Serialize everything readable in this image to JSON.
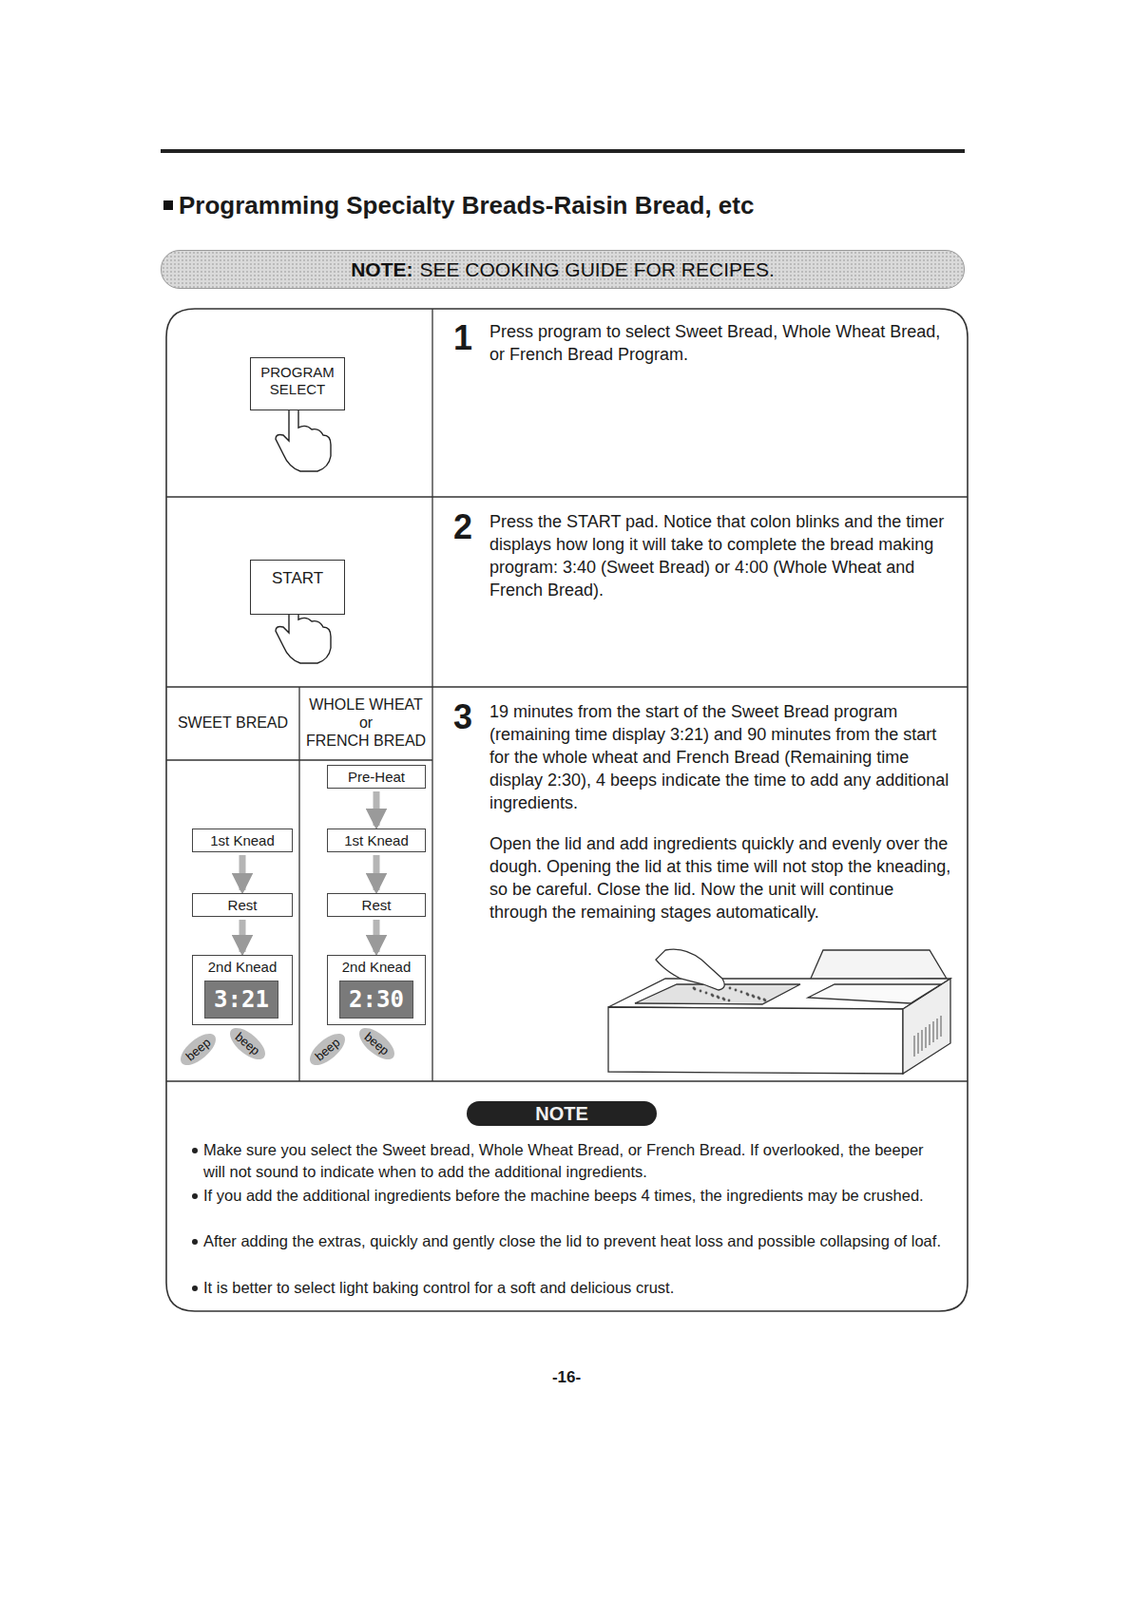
{
  "diagram": {
    "title": "Programming Specialty Breads-Raisin Bread, etc",
    "nodes": [
      {
        "text": [
          "NOTE:",
          "SEE COOKING GUIDE FOR RECIPES."
        ]
      },
      {
        "text": [
          "PROGRAM SELECT"
        ]
      },
      {
        "text": [
          "START"
        ]
      },
      {
        "text": [
          "1st Knead"
        ]
      },
      {
        "text": [
          "Rest"
        ]
      },
      {
        "text": [
          "2nd Knead"
        ]
      },
      {
        "text": [
          "3:21"
        ],
        "in": 5
      },
      {
        "text": [
          "Pre-Heat"
        ]
      },
      {
        "text": [
          "1st Knead"
        ]
      },
      {
        "text": [
          "Rest"
        ]
      },
      {
        "text": [
          "2nd Knead"
        ]
      },
      {
        "text": [
          "2:30"
        ],
        "in": 10
      },
      {
        "text": [
          "NOTE"
        ]
      }
    ],
    "edges": [
      {
        "from": 3,
        "to": 4,
        "arrow": "to"
      },
      {
        "from": 4,
        "to": 5,
        "arrow": "to"
      },
      {
        "from": 7,
        "to": 8,
        "arrow": "to"
      },
      {
        "from": 8,
        "to": 9,
        "arrow": "to"
      },
      {
        "from": 9,
        "to": 10,
        "arrow": "to"
      }
    ],
    "labels": [
      "SWEET BREAD",
      "WHOLE WHEAT",
      "or",
      "FRENCH BREAD",
      "1",
      "Press program to select Sweet Bread, Whole Wheat Bread, or French Bread Program.",
      "2",
      "Press the START pad. Notice that colon blinks and the timer displays how long it will take to complete the bread making program: 3:40 (Sweet Bread) or 4:00 (Whole Wheat and French Bread).",
      "3",
      "19 minutes from the start of the Sweet Bread program (remaining time display 3:21) and 90 minutes from the start for the whole wheat and French Bread (Remaining time display 2:30), 4 beeps indicate the time to add any additional ingredients.",
      "Open the lid and add ingredients quickly and evenly over the dough. Opening the lid at this time will not stop the kneading, so be careful. Close the lid. Now the unit will continue through the remaining stages automatically.",
      "beep",
      "beep",
      "beep",
      "beep",
      "Make sure you select the Sweet bread, Whole Wheat Bread, or French Bread. If overlooked, the beeper will not sound to indicate when to add the additional ingredients.",
      "If you add the additional ingredients before the machine beeps 4 times, the ingredients may be crushed.",
      "After adding the extras, quickly and gently close the lid to prevent heat loss and possible collapsing of loaf.",
      "It is better to select light baking control for a soft and delicious crust.",
      "-16-"
    ]
  }
}
